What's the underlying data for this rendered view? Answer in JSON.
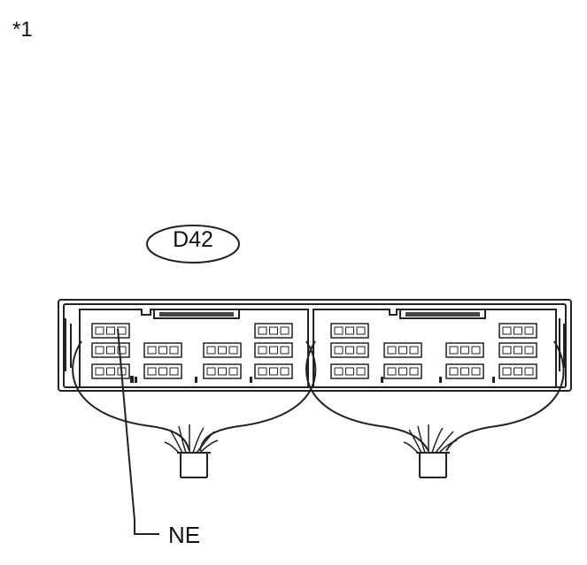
{
  "footnote": "*1",
  "connector": {
    "id": "D42"
  },
  "callout": {
    "pin_label": "NE"
  }
}
